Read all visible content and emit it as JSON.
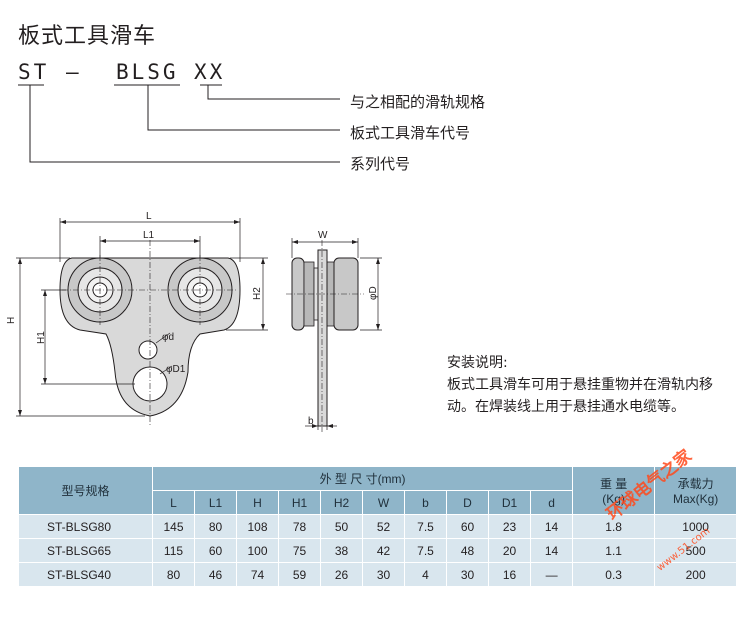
{
  "title": "板式工具滑车",
  "code": {
    "part1": "ST",
    "dash": "—",
    "part2": "BLSG",
    "part3": "XX"
  },
  "legend": [
    "与之相配的滑轨规格",
    "板式工具滑车代号",
    "系列代号"
  ],
  "drawing_labels": {
    "L": "L",
    "L1": "L1",
    "H": "H",
    "H1": "H1",
    "H2": "H2",
    "d": "φd",
    "D1": "φD1",
    "W": "W",
    "D": "φD",
    "b": "b"
  },
  "notes": {
    "heading": "安装说明:",
    "line1": "板式工具滑车可用于悬挂重物并在滑轨内移",
    "line2": "动。在焊装线上用于悬挂通水电缆等。"
  },
  "table": {
    "model_header": "型号规格",
    "dims_header": "外 型 尺 寸(mm)",
    "weight_header": "重 量",
    "weight_unit": "(Kg)",
    "load_header": "承载力",
    "load_unit": "Max(Kg)",
    "columns": [
      "L",
      "L1",
      "H",
      "H1",
      "H2",
      "W",
      "b",
      "D",
      "D1",
      "d"
    ],
    "rows": [
      [
        "ST-BLSG80",
        "145",
        "80",
        "108",
        "78",
        "50",
        "52",
        "7.5",
        "60",
        "23",
        "14",
        "1.8",
        "1000"
      ],
      [
        "ST-BLSG65",
        "115",
        "60",
        "100",
        "75",
        "38",
        "42",
        "7.5",
        "48",
        "20",
        "14",
        "1.1",
        "500"
      ],
      [
        "ST-BLSG40",
        "80",
        "46",
        "74",
        "59",
        "26",
        "30",
        "4",
        "30",
        "16",
        "—",
        "0.3",
        "200"
      ]
    ]
  },
  "watermark": {
    "text": "环球电气之家",
    "url": "www.51.com"
  }
}
